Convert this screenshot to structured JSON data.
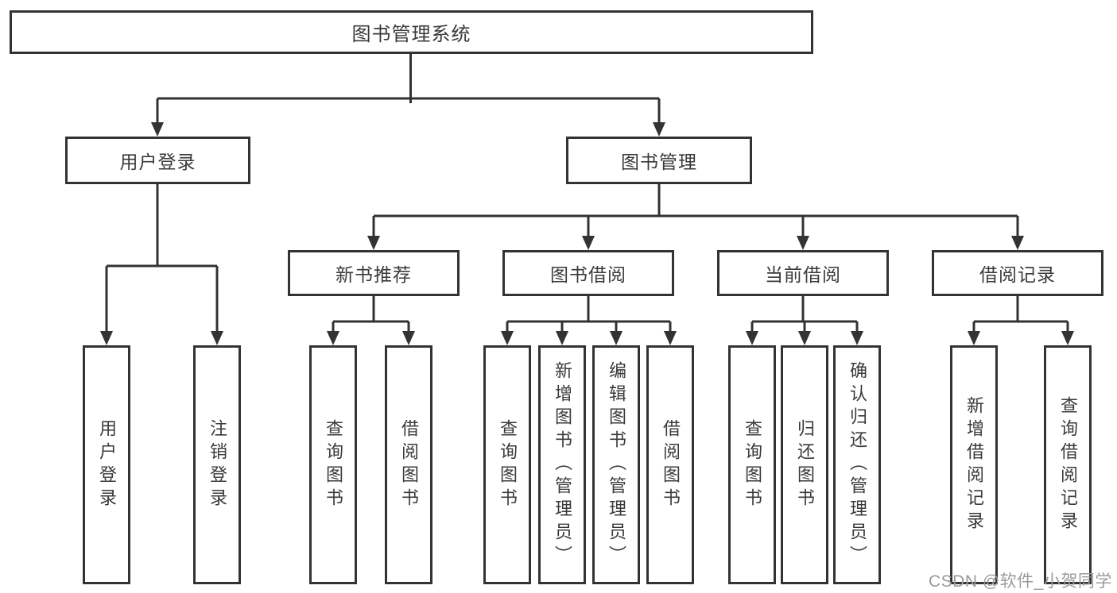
{
  "tree": {
    "label": "图书管理系统",
    "children": [
      {
        "label": "用户登录",
        "children": [
          {
            "label": "用户登录"
          },
          {
            "label": "注销登录"
          }
        ]
      },
      {
        "label": "图书管理",
        "children": [
          {
            "label": "新书推荐",
            "children": [
              {
                "label": "查询图书"
              },
              {
                "label": "借阅图书"
              }
            ]
          },
          {
            "label": "图书借阅",
            "children": [
              {
                "label": "查询图书"
              },
              {
                "label": "新增图书（管理员）"
              },
              {
                "label": "编辑图书（管理员）"
              },
              {
                "label": "借阅图书"
              }
            ]
          },
          {
            "label": "当前借阅",
            "children": [
              {
                "label": "查询图书"
              },
              {
                "label": "归还图书"
              },
              {
                "label": "确认归还（管理员）"
              }
            ]
          },
          {
            "label": "借阅记录",
            "children": [
              {
                "label": "新增借阅记录"
              },
              {
                "label": "查询借阅记录"
              }
            ]
          }
        ]
      }
    ]
  },
  "watermark": {
    "text": "CSDN @软件_小贺同学"
  },
  "colors": {
    "line": "#333333",
    "box_border": "#333333",
    "text": "#3a3a3a",
    "watermark": "#9b9b9b",
    "background": "#ffffff"
  }
}
